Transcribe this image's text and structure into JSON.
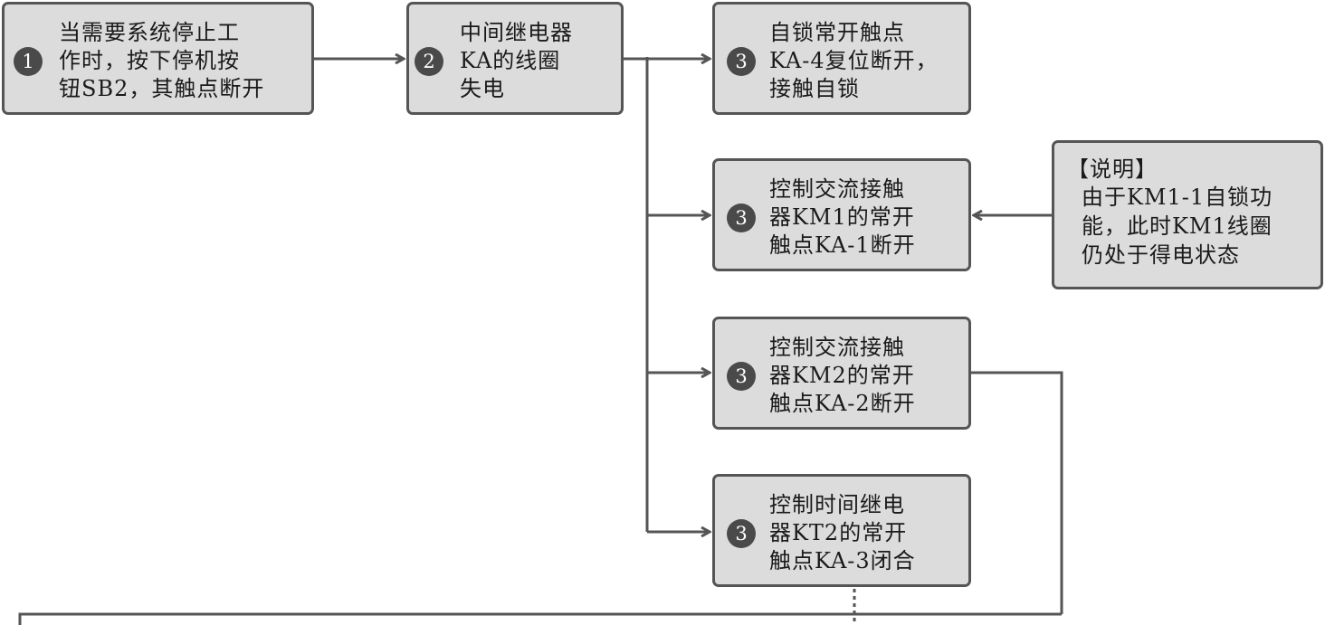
{
  "steps": {
    "step1": {
      "number": "1",
      "text": "当需要系统停止工\n作时，按下停机按\n钮SB2，其触点断开"
    },
    "step2": {
      "number": "2",
      "text": "中间继电器\nKA的线圈\n失电"
    },
    "step3a": {
      "number": "3",
      "text": "自锁常开触点\nKA-4复位断开，\n接触自锁"
    },
    "step3b": {
      "number": "3",
      "text": "控制交流接触\n器KM1的常开\n触点KA-1断开"
    },
    "step3c": {
      "number": "3",
      "text": "控制交流接触\n器KM2的常开\n触点KA-2断开"
    },
    "step3d": {
      "number": "3",
      "text": "控制时间继电\n器KT2的常开\n触点KA-3闭合"
    }
  },
  "note": {
    "title": "【说明】",
    "text": "由于KM1-1自锁功\n能，此时KM1线圈\n仍处于得电状态"
  },
  "colors": {
    "box_fill": "#dcdcdc",
    "box_border": "#555555",
    "badge": "#4a4a4a",
    "line": "#555555"
  }
}
